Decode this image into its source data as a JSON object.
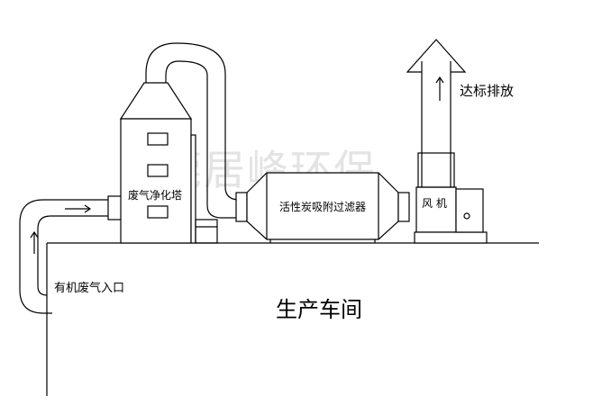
{
  "watermark": "东莞居峰环保",
  "labels": {
    "scrubber": "废气净化塔",
    "carbon_filter": "活性炭吸附过滤器",
    "fan": "风 机",
    "discharge": "达标排放",
    "inlet": "有机废气入口",
    "workshop": "生产车间"
  }
}
